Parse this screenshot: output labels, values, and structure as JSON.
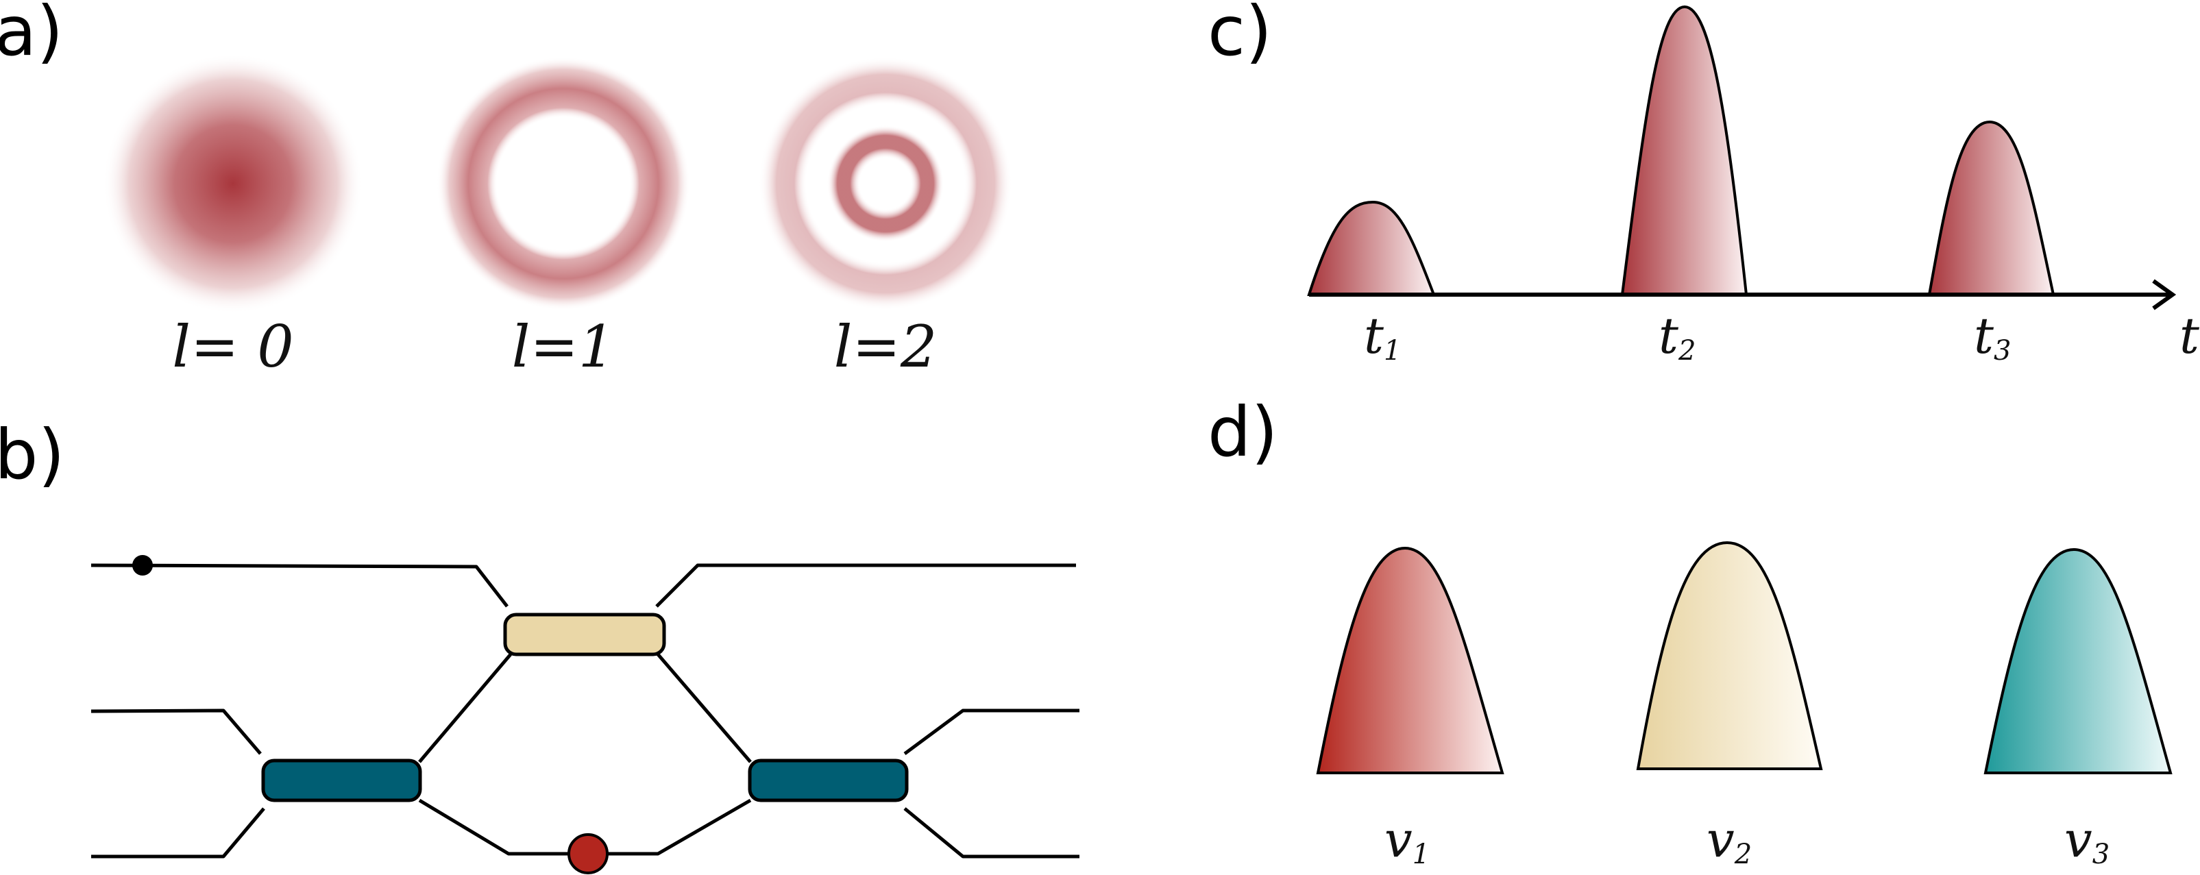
{
  "panels": {
    "a": {
      "label": "a)",
      "modes": [
        {
          "label": "l= 0",
          "rings": 1
        },
        {
          "label": "l=1",
          "rings": 1
        },
        {
          "label": "l=2",
          "rings": 2
        }
      ],
      "color": "#a8363c"
    },
    "b": {
      "label": "b)",
      "colors": {
        "top_beamsplitter": "#ead7a7",
        "side_beamsplitters": "#005e73",
        "photon_small": "#000000",
        "photon_large": "#b3261e"
      }
    },
    "c": {
      "label": "c)",
      "axis_label": "t",
      "pulses": [
        {
          "main": "t",
          "sub": "1",
          "relative_height": 0.32
        },
        {
          "main": "t",
          "sub": "2",
          "relative_height": 1.0
        },
        {
          "main": "t",
          "sub": "3",
          "relative_height": 0.6
        }
      ],
      "color": "#a8363c"
    },
    "d": {
      "label": "d)",
      "pulses": [
        {
          "main": "v",
          "sub": "1",
          "color": "#b3261e"
        },
        {
          "main": "v",
          "sub": "2",
          "color": "#ead7a7"
        },
        {
          "main": "v",
          "sub": "3",
          "color": "#1f9a9a"
        }
      ]
    }
  }
}
